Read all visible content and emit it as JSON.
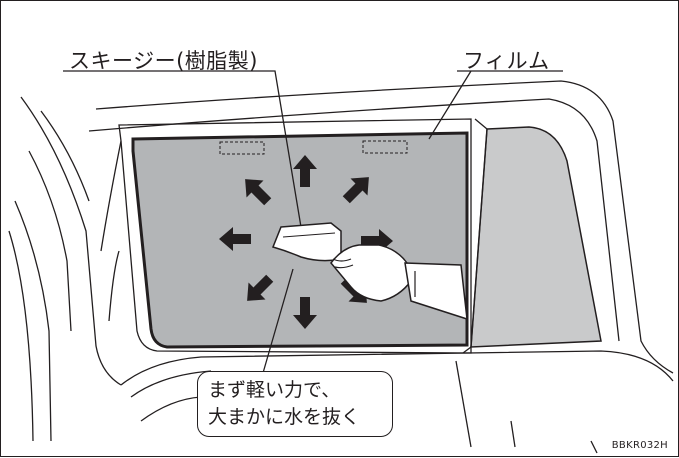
{
  "labels": {
    "squeegee": "スキージー(樹脂製)",
    "film": "フィルム",
    "instruction_line1": "まず軽い力で、",
    "instruction_line2": "大まかに水を抜く",
    "code": "BBKR032H"
  },
  "colors": {
    "line": "#231f20",
    "film_fill": "#b3b5b7",
    "quarter_glass_fill": "#c9cacb",
    "background": "#ffffff"
  },
  "arrows": [
    "up",
    "up-right",
    "right",
    "down-right",
    "down",
    "down-left",
    "left",
    "up-left"
  ]
}
